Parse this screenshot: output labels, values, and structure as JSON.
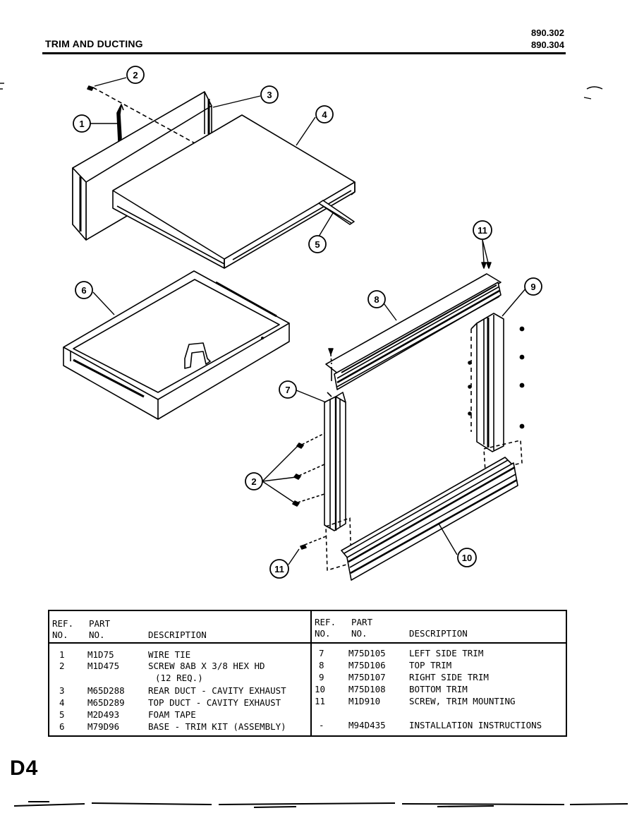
{
  "header": {
    "title": "TRIM AND DUCTING",
    "model_numbers": [
      "890.302",
      "890.304"
    ]
  },
  "callouts": [
    "1",
    "2",
    "3",
    "4",
    "5",
    "6",
    "7",
    "8",
    "9",
    "10",
    "11"
  ],
  "callouts_repeat": {
    "screw_left": "2",
    "screw_bottom": "11"
  },
  "parts_table": {
    "headers": {
      "ref": [
        "REF.",
        "NO."
      ],
      "part": [
        "PART",
        "NO."
      ],
      "description": "DESCRIPTION"
    },
    "left_rows": [
      {
        "ref": "1",
        "part": "M1D75",
        "desc": "WIRE TIE"
      },
      {
        "ref": "2",
        "part": "M1D475",
        "desc": "SCREW 8AB X 3/8 HEX HD"
      },
      {
        "ref": "",
        "part": "",
        "desc": "(12 REQ.)"
      },
      {
        "ref": "3",
        "part": "M65D288",
        "desc": "REAR DUCT - CAVITY EXHAUST"
      },
      {
        "ref": "4",
        "part": "M65D289",
        "desc": "TOP DUCT - CAVITY EXHAUST"
      },
      {
        "ref": "5",
        "part": "M2D493",
        "desc": "FOAM TAPE"
      },
      {
        "ref": "6",
        "part": "M79D96",
        "desc": "BASE - TRIM KIT (ASSEMBLY)"
      }
    ],
    "right_rows": [
      {
        "ref": "7",
        "part": "M75D105",
        "desc": "LEFT SIDE TRIM"
      },
      {
        "ref": "8",
        "part": "M75D106",
        "desc": "TOP TRIM"
      },
      {
        "ref": "9",
        "part": "M75D107",
        "desc": "RIGHT SIDE TRIM"
      },
      {
        "ref": "10",
        "part": "M75D108",
        "desc": "BOTTOM TRIM"
      },
      {
        "ref": "11",
        "part": "M1D910",
        "desc": "SCREW, TRIM MOUNTING"
      },
      {
        "ref": "-",
        "part": "M94D435",
        "desc": "INSTALLATION INSTRUCTIONS"
      }
    ]
  },
  "page_code": "D4"
}
